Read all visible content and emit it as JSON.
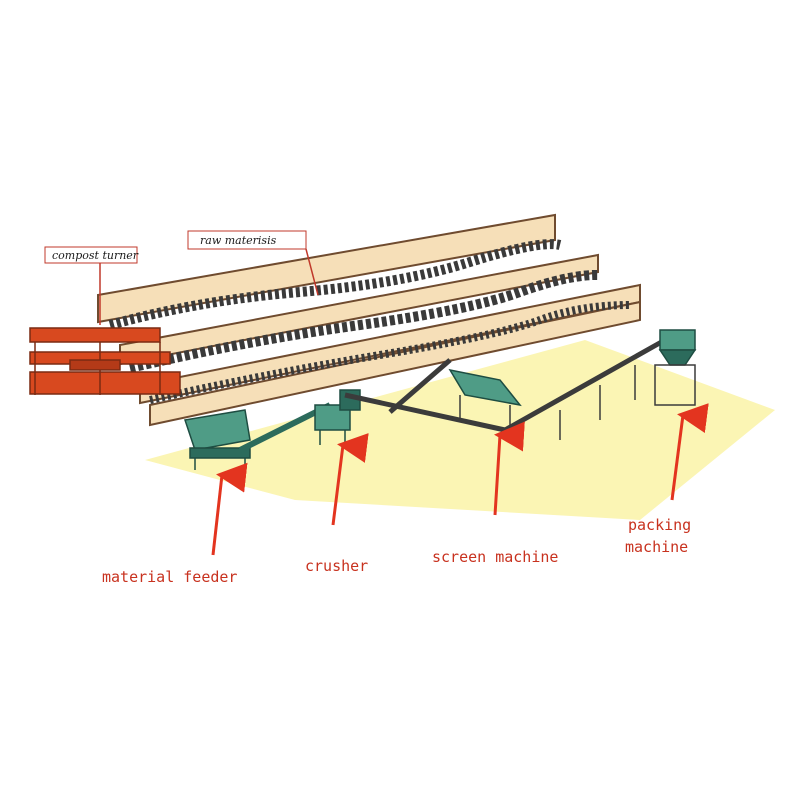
{
  "labels": {
    "compost_turner": "compost turner",
    "raw_materials": "raw materisis",
    "material_feeder": "material feeder",
    "crusher": "crusher",
    "screen_machine": "screen machine",
    "packing_line1": "packing",
    "packing_line2": "machine"
  },
  "colors": {
    "floor": "#fbf5b4",
    "bed_wall": "#f6dfb8",
    "bed_edge": "#6f4b2f",
    "turner": "#d8491f",
    "machine": "#4f9c86",
    "machine_dark": "#2c6b5c",
    "frame": "#3b3b3b",
    "arrow": "#e3341f",
    "label_red": "#c8321f",
    "callout": "#c0392b"
  }
}
